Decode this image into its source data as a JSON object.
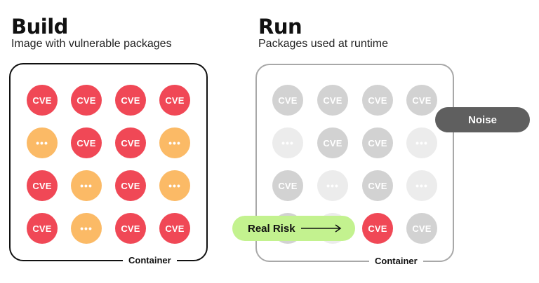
{
  "build": {
    "title": "Build",
    "subtitle": "Image with vulnerable packages",
    "container_label": "Container",
    "grid": [
      [
        "cve",
        "cve",
        "cve",
        "cve"
      ],
      [
        "dots",
        "cve",
        "cve",
        "dots"
      ],
      [
        "cve",
        "dots",
        "cve",
        "dots"
      ],
      [
        "cve",
        "dots",
        "cve",
        "cve"
      ]
    ]
  },
  "run": {
    "title": "Run",
    "subtitle": "Packages used at runtime",
    "container_label": "Container",
    "grid": [
      [
        "cve",
        "cve",
        "cve",
        "cve"
      ],
      [
        "dots",
        "cve",
        "cve",
        "dots"
      ],
      [
        "cve",
        "dots",
        "cve",
        "dots"
      ],
      [
        "cve",
        "dots",
        "cve-active",
        "cve"
      ]
    ]
  },
  "labels": {
    "cve": "CVE",
    "dots": "•••"
  },
  "noise_label": "Noise",
  "real_risk_label": "Real Risk",
  "colors": {
    "cve_red": "#f04856",
    "dots_orange": "#fbba66",
    "inactive_grey": "#d2d2d2",
    "inactive_light": "#ececec",
    "noise_pill": "#5f5f5f",
    "real_risk_pill": "#c3f28f"
  }
}
